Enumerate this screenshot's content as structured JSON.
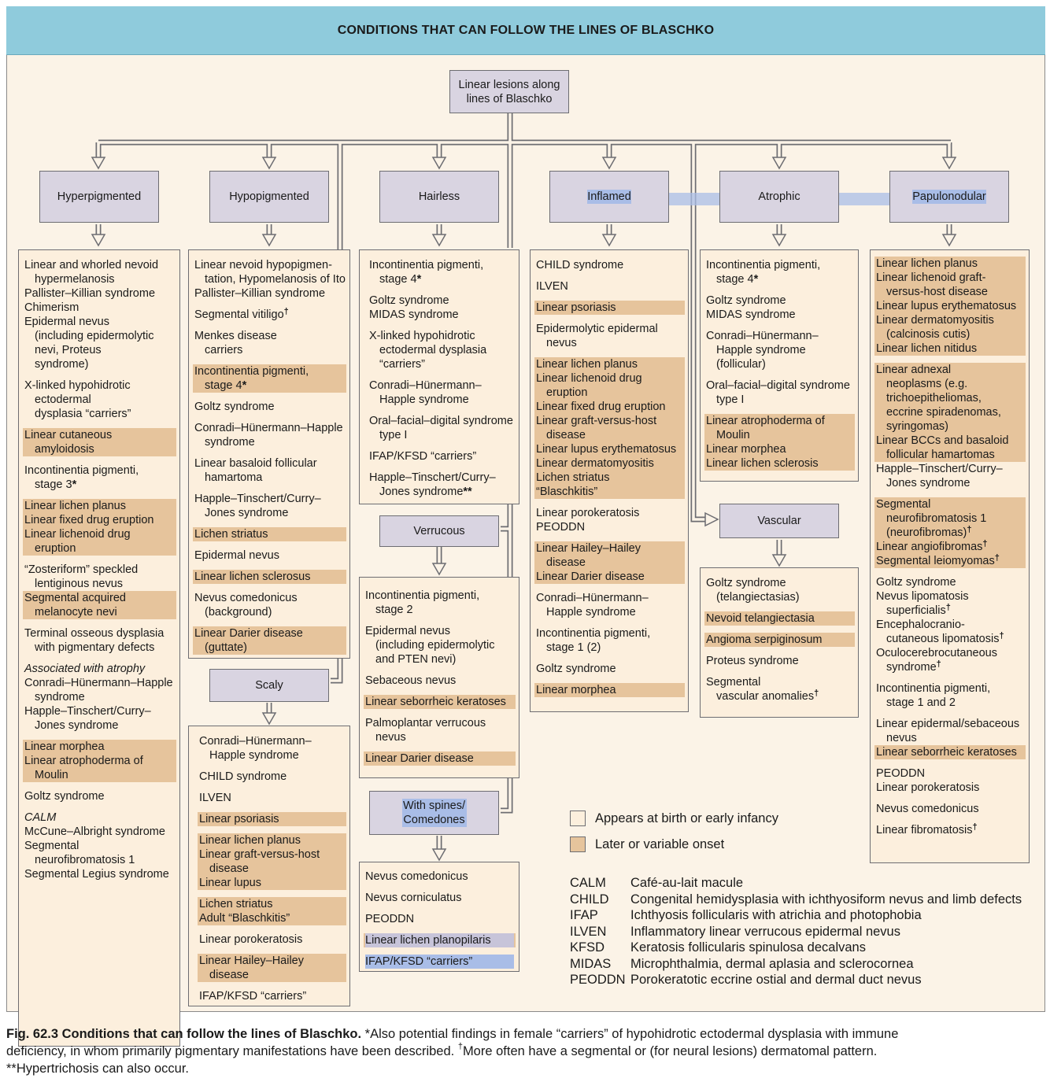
{
  "title": "CONDITIONS THAT CAN FOLLOW THE LINES OF BLASCHKO",
  "root": "Linear lesions along lines of Blaschko",
  "categories": {
    "hyperpigmented": "Hyperpigmented",
    "hypopigmented": "Hypopigmented",
    "hairless": "Hairless",
    "inflamed": "Inflamed",
    "atrophic": "Atrophic",
    "papulonodular": "Papulonodular",
    "verrucous": "Verrucous",
    "scaly": "Scaly",
    "spines": "With spines/ Comedones",
    "vascular": "Vascular"
  },
  "legend": {
    "early": "Appears at birth or early infancy",
    "late": "Later or variable onset"
  },
  "abbreviations": [
    {
      "k": "CALM",
      "v": "Café-au-lait macule"
    },
    {
      "k": "CHILD",
      "v": "Congenital hemidysplasia with ichthyosiform nevus and limb defects"
    },
    {
      "k": "IFAP",
      "v": "Ichthyosis follicularis with atrichia and photophobia"
    },
    {
      "k": "ILVEN",
      "v": "Inflammatory linear verrucous epidermal nevus"
    },
    {
      "k": "KFSD",
      "v": "Keratosis follicularis spinulosa decalvans"
    },
    {
      "k": "MIDAS",
      "v": "Microphthalmia, dermal aplasia and sclerocornea"
    },
    {
      "k": "PEODDN",
      "v": "Porokeratotic eccrine ostial and dermal duct nevus"
    }
  ],
  "caption": {
    "label": "Fig. 62.3 Conditions that can follow the lines of Blaschko.",
    "line1": " *Also potential findings in female “carriers” of hypohidrotic ectodermal dysplasia with immune",
    "line2": "deficiency, in whom primarily pigmentary manifestations have been described. ",
    "dagger": "†",
    "line2b": "More often have a segmental or (for neural lesions) dermatomal pattern.",
    "line3": "**Hypertrichosis can also occur."
  },
  "colors": {
    "header": "#8fcbdc",
    "node": "#d9d4e1",
    "early": "#fcefdd",
    "late": "#e6c49c",
    "highlight": "#a9bde7"
  },
  "boxes": {
    "hyperpigmented": [
      {
        "late": false,
        "lines": [
          "Linear and whorled nevoid",
          "^hypermelanosis",
          "Pallister–Killian syndrome",
          "Chimerism",
          "Epidermal nevus",
          "^(including epidermolytic",
          "^nevi, Proteus",
          "^syndrome)"
        ]
      },
      {
        "late": false,
        "lines": [
          "X-linked hypohidrotic",
          "^ectodermal",
          "^dysplasia “carriers”"
        ]
      },
      {
        "late": true,
        "lines": [
          "Linear cutaneous",
          "^amyloidosis"
        ]
      },
      {
        "late": false,
        "lines": [
          "Incontinentia pigmenti,",
          "^stage 3*"
        ]
      },
      {
        "late": true,
        "lines": [
          "Linear lichen planus",
          "Linear fixed drug eruption",
          "Linear lichenoid drug",
          "^eruption"
        ]
      },
      {
        "late": false,
        "tight": true,
        "lines": [
          "“Zosteriform” speckled",
          "^lentiginous nevus"
        ]
      },
      {
        "late": true,
        "lines": [
          "Segmental acquired",
          "^melanocyte nevi"
        ]
      },
      {
        "late": false,
        "lines": [
          "Terminal osseous dysplasia",
          "^with pigmentary defects"
        ]
      },
      {
        "late": false,
        "italicFirst": true,
        "lines": [
          "Associated with atrophy",
          "Conradi–Hünermann–Happle",
          "^syndrome",
          "Happle–Tinschert/Curry–",
          "^Jones syndrome"
        ]
      },
      {
        "late": true,
        "lines": [
          "Linear morphea",
          "Linear atrophoderma of",
          "^Moulin"
        ]
      },
      {
        "late": false,
        "lines": [
          "Goltz syndrome"
        ]
      },
      {
        "late": false,
        "italicFirst": true,
        "lines": [
          "CALM",
          "McCune–Albright syndrome",
          "Segmental",
          "^neurofibromatosis 1",
          "Segmental Legius syndrome"
        ]
      }
    ],
    "hypopigmented": [
      {
        "late": false,
        "lines": [
          "Linear nevoid hypopigmen-",
          "^tation, Hypomelanosis of Ito",
          "Pallister–Killian syndrome"
        ]
      },
      {
        "late": false,
        "lines": [
          "Segmental vitiligo†"
        ]
      },
      {
        "late": false,
        "lines": [
          "Menkes disease",
          "^carriers"
        ]
      },
      {
        "late": true,
        "lines": [
          "Incontinentia pigmenti,",
          "^stage 4*"
        ]
      },
      {
        "late": false,
        "lines": [
          "Goltz syndrome"
        ]
      },
      {
        "late": false,
        "lines": [
          "Conradi–Hünermann–Happle",
          "^syndrome"
        ]
      },
      {
        "late": false,
        "lines": [
          "Linear basaloid follicular",
          "^hamartoma"
        ]
      },
      {
        "late": false,
        "lines": [
          "Happle–Tinschert/Curry–",
          "^Jones syndrome"
        ]
      },
      {
        "late": true,
        "lines": [
          "Lichen striatus"
        ]
      },
      {
        "late": false,
        "lines": [
          "Epidermal nevus"
        ]
      },
      {
        "late": true,
        "lines": [
          "Linear lichen sclerosus"
        ]
      },
      {
        "late": false,
        "lines": [
          "Nevus comedonicus",
          "^(background)"
        ]
      },
      {
        "late": true,
        "lines": [
          "Linear Darier disease",
          "^(guttate)"
        ]
      }
    ],
    "scaly": [
      {
        "late": false,
        "lines": [
          "Conradi–Hünermann–",
          "^Happle syndrome"
        ]
      },
      {
        "late": false,
        "lines": [
          "CHILD syndrome"
        ]
      },
      {
        "late": false,
        "lines": [
          "ILVEN"
        ]
      },
      {
        "late": true,
        "lines": [
          "Linear psoriasis"
        ]
      },
      {
        "late": true,
        "lines": [
          "Linear lichen planus",
          "Linear graft-versus-host",
          "^disease",
          "Linear lupus"
        ]
      },
      {
        "late": true,
        "lines": [
          "Lichen striatus",
          "Adult “Blaschkitis”"
        ]
      },
      {
        "late": false,
        "lines": [
          "Linear porokeratosis"
        ]
      },
      {
        "late": true,
        "lines": [
          "Linear Hailey–Hailey",
          "^disease"
        ]
      },
      {
        "late": false,
        "lines": [
          "IFAP/KFSD “carriers”"
        ]
      }
    ],
    "hairless": [
      {
        "late": false,
        "lines": [
          "Incontinentia pigmenti,",
          "^stage 4*"
        ]
      },
      {
        "late": false,
        "lines": [
          "Goltz syndrome",
          "MIDAS syndrome"
        ]
      },
      {
        "late": false,
        "lines": [
          "X-linked hypohidrotic",
          "^ectodermal dysplasia",
          "^“carriers”"
        ]
      },
      {
        "late": false,
        "lines": [
          "Conradi–Hünermann–",
          "^Happle syndrome"
        ]
      },
      {
        "late": false,
        "lines": [
          "Oral–facial–digital syndrome",
          "^type I"
        ]
      },
      {
        "late": false,
        "lines": [
          "IFAP/KFSD “carriers”"
        ]
      },
      {
        "late": false,
        "lines": [
          "Happle–Tinschert/Curry–",
          "^Jones syndrome**"
        ]
      }
    ],
    "verrucous": [
      {
        "late": false,
        "lines": [
          "Incontinentia pigmenti,",
          "^stage 2"
        ]
      },
      {
        "late": false,
        "lines": [
          "Epidermal nevus",
          "^(including epidermolytic",
          "^and PTEN nevi)"
        ]
      },
      {
        "late": false,
        "lines": [
          "Sebaceous nevus"
        ]
      },
      {
        "late": true,
        "lines": [
          "Linear seborrheic keratoses"
        ]
      },
      {
        "late": false,
        "lines": [
          "Palmoplantar verrucous",
          "^nevus"
        ]
      },
      {
        "late": true,
        "lines": [
          "Linear Darier disease"
        ]
      }
    ],
    "spines": [
      {
        "late": false,
        "lines": [
          "Nevus comedonicus"
        ]
      },
      {
        "late": false,
        "lines": [
          "Nevus corniculatus"
        ]
      },
      {
        "late": false,
        "lines": [
          "PEODDN"
        ]
      },
      {
        "late": true,
        "lines": [
          "Linear lichen planopilaris"
        ]
      },
      {
        "late": false,
        "lines": [
          "IFAP/KFSD “carriers”"
        ]
      }
    ],
    "inflamed": [
      {
        "late": false,
        "lines": [
          "CHILD syndrome"
        ]
      },
      {
        "late": false,
        "lines": [
          "ILVEN"
        ]
      },
      {
        "late": true,
        "lines": [
          "Linear psoriasis"
        ]
      },
      {
        "late": false,
        "lines": [
          "Epidermolytic epidermal",
          "^nevus"
        ]
      },
      {
        "late": true,
        "tight": true,
        "lines": [
          "Linear lichen planus",
          "Linear lichenoid drug",
          "^eruption",
          "Linear fixed drug eruption",
          "Linear graft-versus-host",
          "^disease",
          "Linear lupus erythematosus",
          "Linear dermatomyositis"
        ]
      },
      {
        "late": true,
        "lines": [
          "Lichen striatus",
          "“Blaschkitis”"
        ]
      },
      {
        "late": false,
        "lines": [
          "Linear porokeratosis",
          "PEODDN"
        ]
      },
      {
        "late": true,
        "lines": [
          "Linear Hailey–Hailey",
          "^disease",
          "Linear Darier disease"
        ]
      },
      {
        "late": false,
        "lines": [
          "Conradi–Hünermann–",
          "^Happle syndrome"
        ]
      },
      {
        "late": false,
        "lines": [
          "Incontinentia pigmenti,",
          "^stage 1 (2)"
        ]
      },
      {
        "late": false,
        "lines": [
          "Goltz syndrome"
        ]
      },
      {
        "late": true,
        "lines": [
          "Linear morphea"
        ]
      }
    ],
    "atrophic": [
      {
        "late": false,
        "lines": [
          "Incontinentia pigmenti,",
          "^stage 4*"
        ]
      },
      {
        "late": false,
        "lines": [
          "Goltz syndrome",
          "MIDAS syndrome"
        ]
      },
      {
        "late": false,
        "lines": [
          "Conradi–Hünermann–",
          "^Happle syndrome",
          "^(follicular)"
        ]
      },
      {
        "late": false,
        "lines": [
          "Oral–facial–digital syndrome",
          "^type I"
        ]
      },
      {
        "late": true,
        "tight": true,
        "lines": [
          "Linear atrophoderma of",
          "^Moulin",
          "Linear morphea"
        ]
      },
      {
        "late": true,
        "lines": [
          "Linear lichen sclerosis"
        ]
      }
    ],
    "vascular": [
      {
        "late": false,
        "lines": [
          "Goltz syndrome",
          "^(telangiectasias)"
        ]
      },
      {
        "late": true,
        "lines": [
          "Nevoid telangiectasia"
        ]
      },
      {
        "late": true,
        "lines": [
          "Angioma serpiginosum"
        ]
      },
      {
        "late": false,
        "lines": [
          "Proteus syndrome"
        ]
      },
      {
        "late": false,
        "lines": [
          "Segmental",
          "^vascular anomalies†"
        ]
      }
    ],
    "papulonodular": [
      {
        "late": true,
        "lines": [
          "Linear lichen planus",
          "Linear lichenoid graft-",
          "^versus-host disease",
          "Linear lupus erythematosus",
          "Linear dermatomyositis",
          "^(calcinosis cutis)",
          "Linear lichen nitidus"
        ]
      },
      {
        "late": true,
        "tight": true,
        "lines": [
          "Linear adnexal",
          "^neoplasms (e.g.",
          "^trichoepitheliomas,",
          "^eccrine spiradenomas,",
          "^syringomas)",
          "Linear BCCs and basaloid",
          "^follicular hamartomas"
        ]
      },
      {
        "late": false,
        "lines": [
          "Happle–Tinschert/Curry–",
          "^Jones syndrome"
        ]
      },
      {
        "late": true,
        "lines": [
          "Segmental",
          "^neurofibromatosis 1",
          "^(neurofibromas)†",
          "Linear angiofibromas†",
          "Segmental leiomyomas†"
        ]
      },
      {
        "late": false,
        "lines": [
          "Goltz syndrome",
          "Nevus lipomatosis",
          "^superficialis†",
          "Encephalocranio-",
          "^cutaneous lipomatosis†",
          "Oculocerebrocutaneous",
          "^syndrome†"
        ]
      },
      {
        "late": false,
        "lines": [
          "Incontinentia pigmenti,",
          "^stage 1 and 2"
        ]
      },
      {
        "late": false,
        "tight": true,
        "lines": [
          "Linear epidermal/sebaceous",
          "^nevus"
        ]
      },
      {
        "late": true,
        "lines": [
          "Linear seborrheic keratoses"
        ]
      },
      {
        "late": false,
        "lines": [
          "PEODDN",
          "Linear porokeratosis"
        ]
      },
      {
        "late": false,
        "lines": [
          "Nevus comedonicus"
        ]
      },
      {
        "late": false,
        "lines": [
          "Linear fibromatosis†"
        ]
      }
    ]
  }
}
